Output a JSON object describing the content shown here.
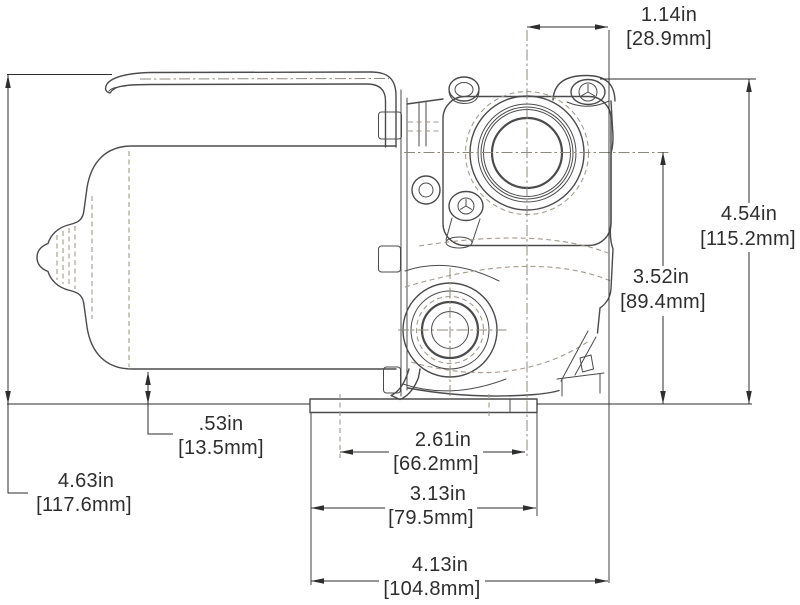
{
  "drawing": {
    "kind": "pump side-view dimension drawing",
    "units": "inches with millimeter equivalents in brackets"
  },
  "dimensions": {
    "top_port_offset": {
      "inches": "1.14in",
      "metric": "[28.9mm]"
    },
    "overall_height": {
      "inches": "4.54in",
      "metric": "[115.2mm]"
    },
    "port_center_height": {
      "inches": "3.52in",
      "metric": "[89.4mm]"
    },
    "motor_base_clearance": {
      "inches": ".53in",
      "metric": "[13.5mm]"
    },
    "handle_height": {
      "inches": "4.63in",
      "metric": "[117.6mm]"
    },
    "mount_slot_spacing": {
      "inches": "2.61in",
      "metric": "[66.2mm]"
    },
    "base_plate_width": {
      "inches": "3.13in",
      "metric": "[79.5mm]"
    },
    "overall_length": {
      "inches": "4.13in",
      "metric": "[104.8mm]"
    }
  },
  "colors": {
    "background": "#ffffff",
    "outline": "#4b4b4b",
    "hidden_line": "#a39a8a",
    "centerline": "#8f887c",
    "dimension": "#2e2e2e"
  }
}
